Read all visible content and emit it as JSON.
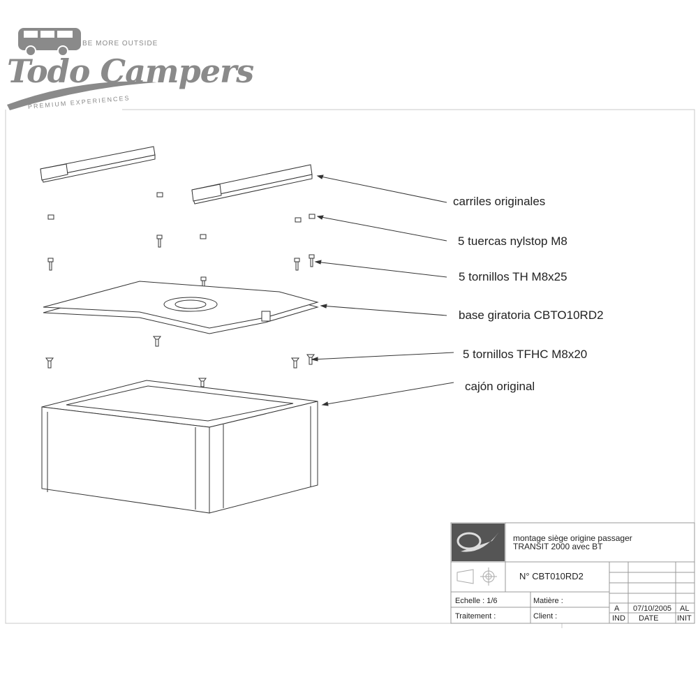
{
  "logo": {
    "brand": "Todo Campers",
    "tagline_top": "BE MORE OUTSIDE",
    "tagline_bottom": "PREMIUM EXPERIENCES"
  },
  "labels": [
    "carriles originales",
    "5 tuercas nylstop M8",
    "5 tornillos TH M8x25",
    "base giratoria CBTO10RD2",
    "5 tornillos TFHC M8x20",
    "cajón original"
  ],
  "title_block": {
    "title_line1": "montage siège origine passager",
    "title_line2": "TRANSIT 2000 avec BT",
    "number": "N° CBT010RD2",
    "echelle": "Echelle : 1/6",
    "matiere": "Matière :",
    "traitement": "Traitement :",
    "client": "Client :",
    "ind_value": "A",
    "date_value": "07/10/2005",
    "init_value": "AL",
    "ind_label": "IND",
    "date_label": "DATE",
    "init_label": "INIT"
  },
  "colors": {
    "line": "#333333",
    "logo_gray": "#8a8a8a",
    "frame": "#cccccc"
  }
}
